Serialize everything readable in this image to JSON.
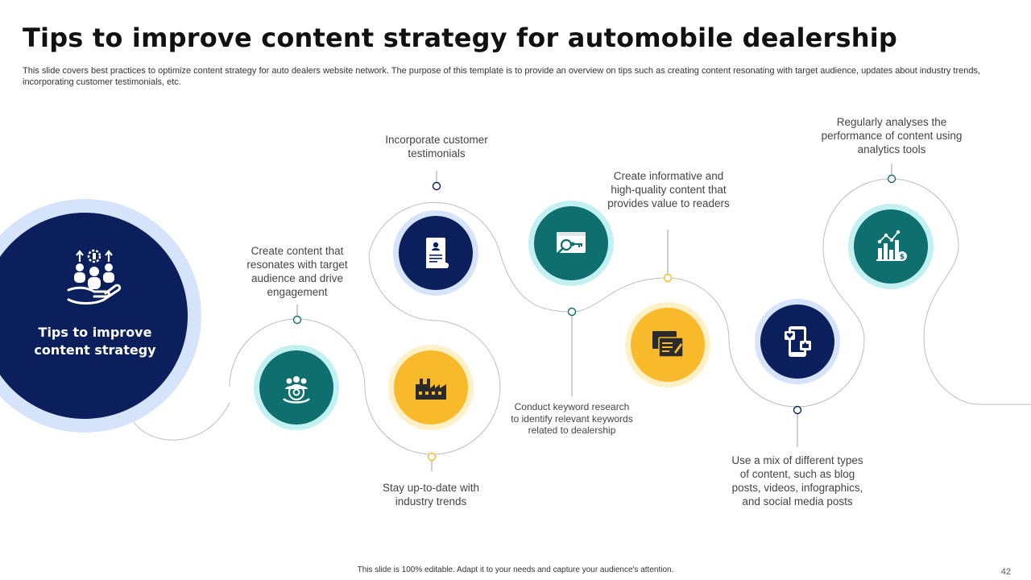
{
  "title": "Tips to improve content strategy for automobile dealership",
  "subtitle": "This slide covers best practices to optimize content strategy for auto dealers website network. The purpose of this template is to provide an overview on tips such as creating content resonating with target audience, updates about industry trends, incorporating customer testimonials, etc.",
  "hub": {
    "label": "Tips to improve content strategy",
    "icon": "team-growth-hand-icon"
  },
  "tips": [
    {
      "label": "Create content that resonates with target audience and drive engagement",
      "icon": "audience-target-icon",
      "color": "#0f6e6e"
    },
    {
      "label": "Stay up-to-date with industry trends",
      "icon": "factory-icon",
      "color": "#f8b92a"
    },
    {
      "label": "Incorporate customer testimonials",
      "icon": "testimonial-document-icon",
      "color": "#0a1f5c"
    },
    {
      "label": "Conduct keyword research to identify relevant keywords related to dealership",
      "icon": "keyword-search-icon",
      "color": "#0f6e6e"
    },
    {
      "label": "Create informative and high-quality content that provides value to readers",
      "icon": "content-blocks-icon",
      "color": "#f8b92a"
    },
    {
      "label": "Use a mix of different types of content, such as blog posts, videos, infographics, and social media posts",
      "icon": "social-media-phone-icon",
      "color": "#0a1f5c"
    },
    {
      "label": "Regularly analyses the performance of content using analytics tools",
      "icon": "analytics-chart-icon",
      "color": "#0f6e6e"
    }
  ],
  "colors": {
    "navy": "#0a1f5c",
    "teal": "#0f6e6e",
    "yellow": "#f8b92a",
    "hub_ring": "#d6e4fb"
  },
  "footer": "This slide is 100% editable. Adapt it to your needs and capture your audience's attention.",
  "page_number": "42"
}
